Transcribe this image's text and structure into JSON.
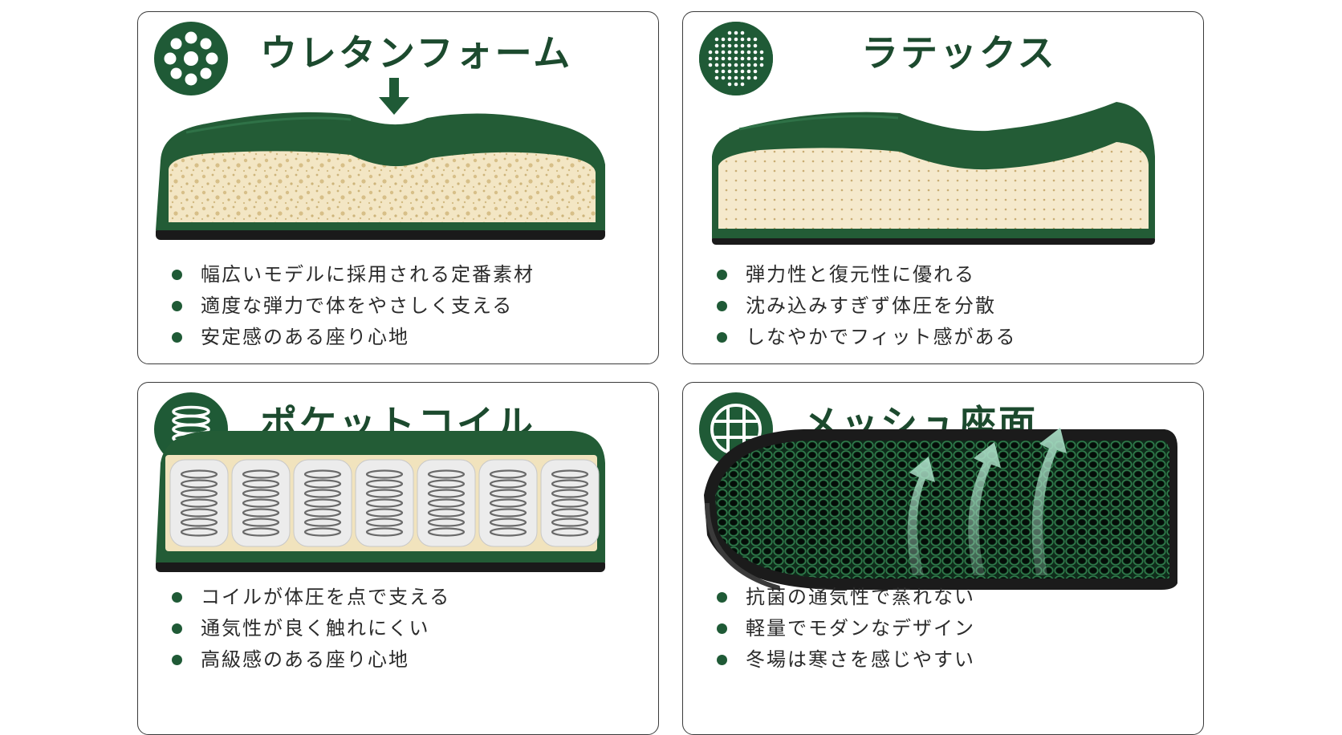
{
  "cards": [
    {
      "id": "urethane",
      "icon": "foam-cells-icon",
      "title": "ウレタンフォーム",
      "features": [
        "幅広いモデルに採用される定番素材",
        "適度な弾力で体をやさしく支える",
        "安定感のある座り心地"
      ]
    },
    {
      "id": "latex",
      "icon": "perforated-dots-icon",
      "title": "ラテックス",
      "features": [
        "弾力性と復元性に優れる",
        "沈み込みすぎず体圧を分散",
        "しなやかでフィット感がある"
      ]
    },
    {
      "id": "pocket",
      "icon": "coil-spring-icon",
      "title": "ポケットコイル",
      "features": [
        "コイルが体圧を点で支える",
        "通気性が良く触れにくい",
        "高級感のある座り心地"
      ]
    },
    {
      "id": "mesh",
      "icon": "mesh-grid-icon",
      "title": "メッシュ座面",
      "features": [
        "抗菌の通気性で蒸れない",
        "軽量でモダンなデザイン",
        "冬場は寒さを感じやすい"
      ]
    }
  ],
  "colors": {
    "brand_green": "#1f5a36",
    "title_green": "#1c4a2e",
    "foam_cream": "#f3e6c4",
    "airflow_mint": "#a8dcc4"
  }
}
